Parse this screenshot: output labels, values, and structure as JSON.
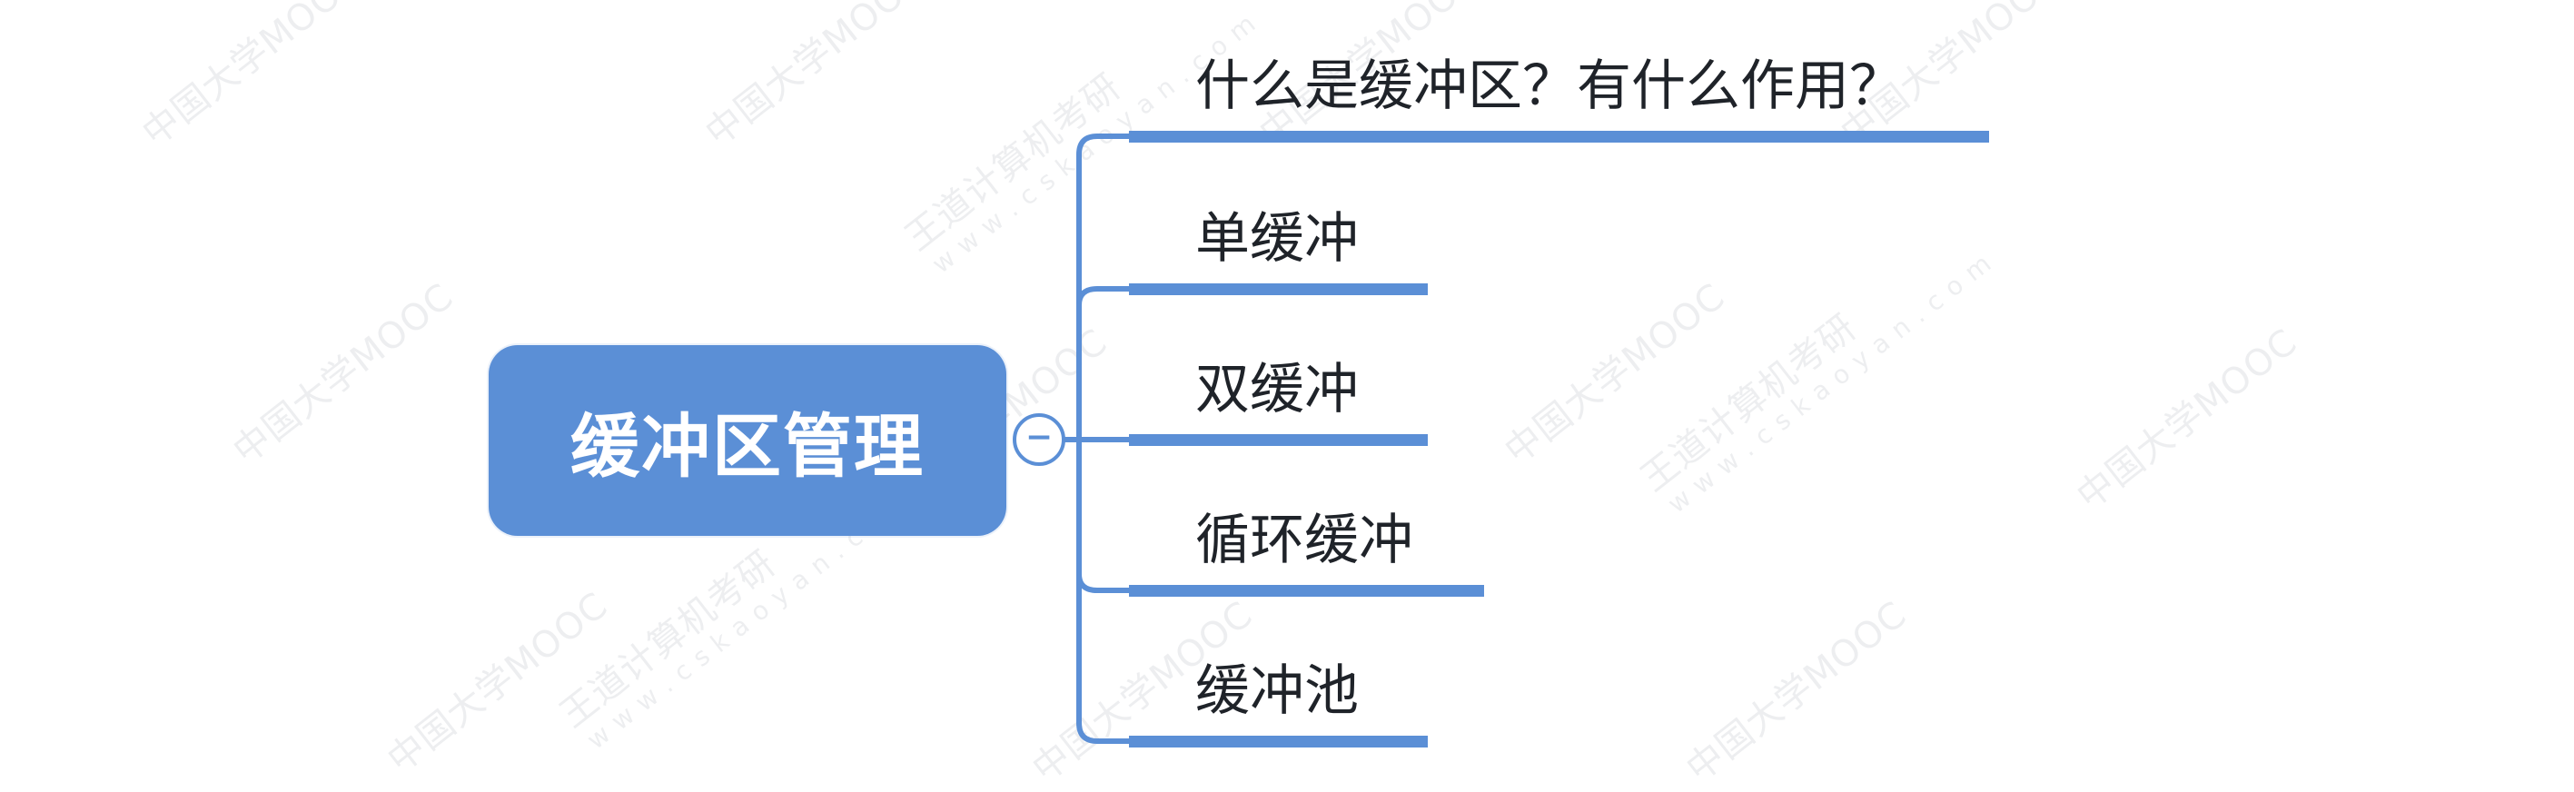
{
  "mindmap": {
    "root": {
      "label": "缓冲区管理"
    },
    "toggle": {
      "glyph": "−"
    },
    "branches": [
      {
        "label": "什么是缓冲区？有什么作用？"
      },
      {
        "label": "单缓冲"
      },
      {
        "label": "双缓冲"
      },
      {
        "label": "循环缓冲"
      },
      {
        "label": "缓冲池"
      }
    ]
  },
  "watermark": {
    "brand_1": "中国大学MOOC",
    "brand_2": "王道计算机考研",
    "brand_3": "w w w . c s k a o y a n . c o m"
  },
  "colors": {
    "accent": "#5b8fd6",
    "text": "#1f2329",
    "background": "#ffffff"
  }
}
